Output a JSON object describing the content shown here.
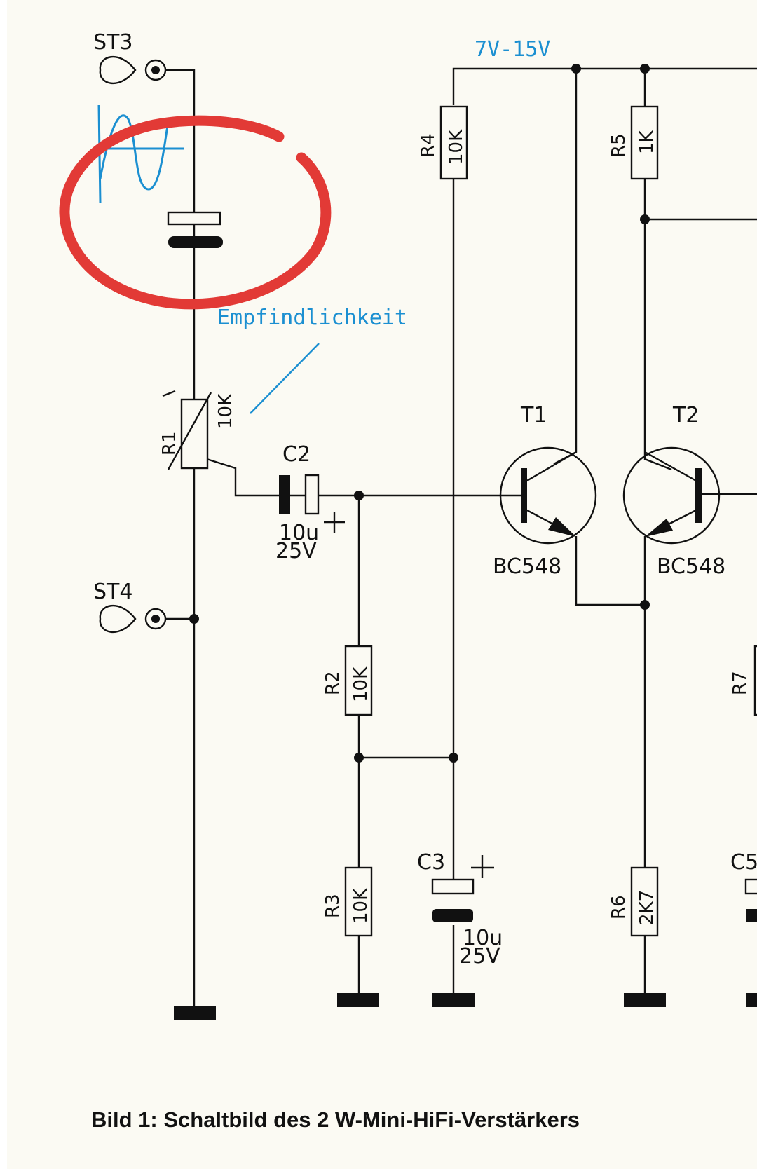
{
  "annotations": {
    "voltage": "7V-15V",
    "sensitivity": "Empfindlichkeit"
  },
  "connectors": {
    "st3": "ST3",
    "st4": "ST4"
  },
  "components": {
    "r1": {
      "name": "R1",
      "value": "10K"
    },
    "r2": {
      "name": "R2",
      "value": "10K"
    },
    "r3": {
      "name": "R3",
      "value": "10K"
    },
    "r4": {
      "name": "R4",
      "value": "10K"
    },
    "r5": {
      "name": "R5",
      "value": "1K"
    },
    "r6": {
      "name": "R6",
      "value": "2K7"
    },
    "r7": {
      "name": "R7"
    },
    "c2": {
      "name": "C2",
      "value_line1": "10u",
      "value_line2": "25V"
    },
    "c3": {
      "name": "C3",
      "value_line1": "10u",
      "value_line2": "25V"
    },
    "c5": {
      "name": "C5"
    },
    "t1": {
      "name": "T1",
      "type": "BC548"
    },
    "t2": {
      "name": "T2",
      "type": "BC548"
    }
  },
  "caption": "Bild 1: Schaltbild des 2 W-Mini-HiFi-Verstärkers",
  "colors": {
    "ink": "#111111",
    "blue_annotation": "#1b8fd1",
    "red_circle": "#e23a36",
    "paper": "#fbfaf3"
  }
}
